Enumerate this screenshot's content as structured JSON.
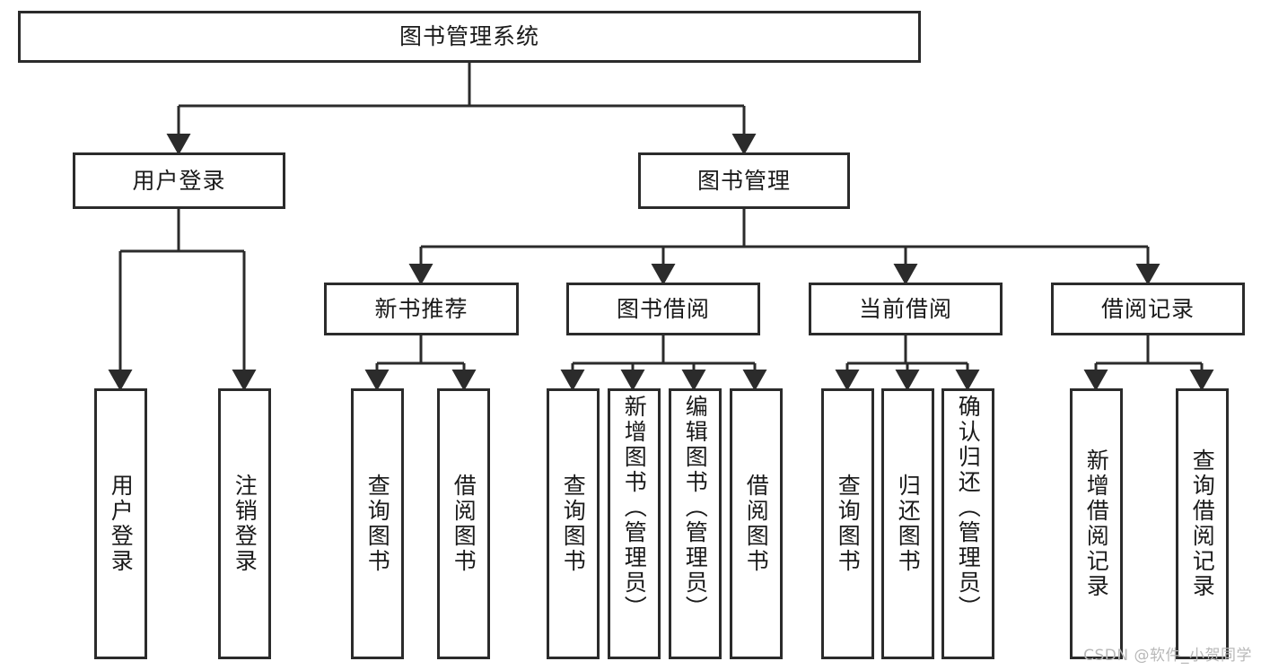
{
  "diagram": {
    "title": "图书管理系统",
    "type": "tree",
    "watermark": "CSDN @软件_小贺同学",
    "colors": {
      "box_border": "#2b2b2b",
      "box_fill": "#ffffff",
      "connector": "#2b2b2b",
      "text": "#1a1a1a",
      "watermark": "#b8b8b8",
      "background": "#ffffff"
    },
    "root": {
      "label": "图书管理系统"
    },
    "level2": [
      {
        "label": "用户登录"
      },
      {
        "label": "图书管理"
      }
    ],
    "level3": [
      {
        "label": "新书推荐"
      },
      {
        "label": "图书借阅"
      },
      {
        "label": "当前借阅"
      },
      {
        "label": "借阅记录"
      }
    ],
    "leaves": {
      "user_login": [
        {
          "label": "用户登录"
        },
        {
          "label": "注销登录"
        }
      ],
      "new_book_recommend": [
        {
          "label": "查询图书"
        },
        {
          "label": "借阅图书"
        }
      ],
      "book_borrow": [
        {
          "label": "查询图书"
        },
        {
          "label": "新增图书（管理员）"
        },
        {
          "label": "编辑图书（管理员）"
        },
        {
          "label": "借阅图书"
        }
      ],
      "current_borrow": [
        {
          "label": "查询图书"
        },
        {
          "label": "归还图书"
        },
        {
          "label": "确认归还（管理员）"
        }
      ],
      "borrow_record": [
        {
          "label": "新增借阅记录"
        },
        {
          "label": "查询借阅记录"
        }
      ]
    }
  }
}
